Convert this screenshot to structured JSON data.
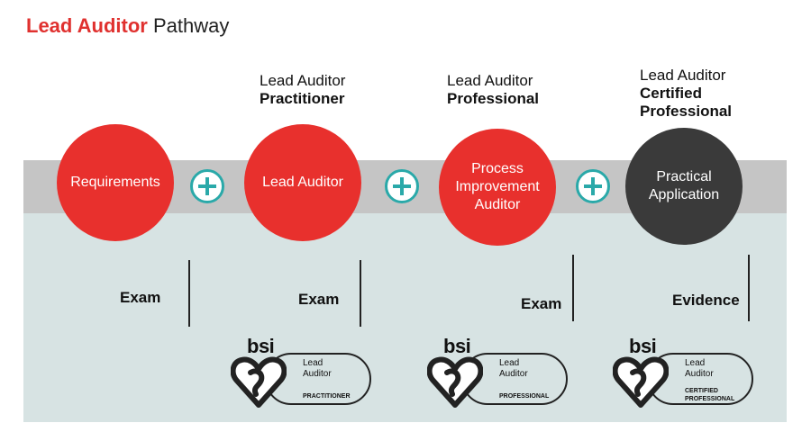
{
  "title": {
    "bold": "Lead Auditor",
    "light": "Pathway"
  },
  "stages": [
    {
      "heading_line1": "",
      "heading_line2": "",
      "circle": "Requirements",
      "label": "Exam"
    },
    {
      "heading_line1": "Lead Auditor",
      "heading_line2": "Practitioner",
      "circle": "Lead Auditor",
      "label": "Exam"
    },
    {
      "heading_line1": "Lead Auditor",
      "heading_line2": "Professional",
      "circle": "Process Improvement Auditor",
      "label": "Exam"
    },
    {
      "heading_line1": "Lead Auditor",
      "heading_line2": "Certified Professional",
      "circle": "Practical Application",
      "label": "Evidence"
    }
  ],
  "badges": [
    {
      "brand": "bsi",
      "line1": "Lead",
      "line2": "Auditor",
      "level": "PRACTITIONER"
    },
    {
      "brand": "bsi",
      "line1": "Lead",
      "line2": "Auditor",
      "level": "PROFESSIONAL"
    },
    {
      "brand": "bsi",
      "line1": "Lead",
      "line2": "Auditor",
      "level": "CERTIFIED PROFESSIONAL"
    }
  ],
  "colors": {
    "accent_red": "#e8302d",
    "dark_circle": "#3a3a3a",
    "plus_teal": "#2aa9a9",
    "band_gray": "#c5c5c5",
    "panel_teal_gray": "#d7e3e3"
  },
  "icons": [
    "plus-icon",
    "bsi-kitemark-icon"
  ]
}
